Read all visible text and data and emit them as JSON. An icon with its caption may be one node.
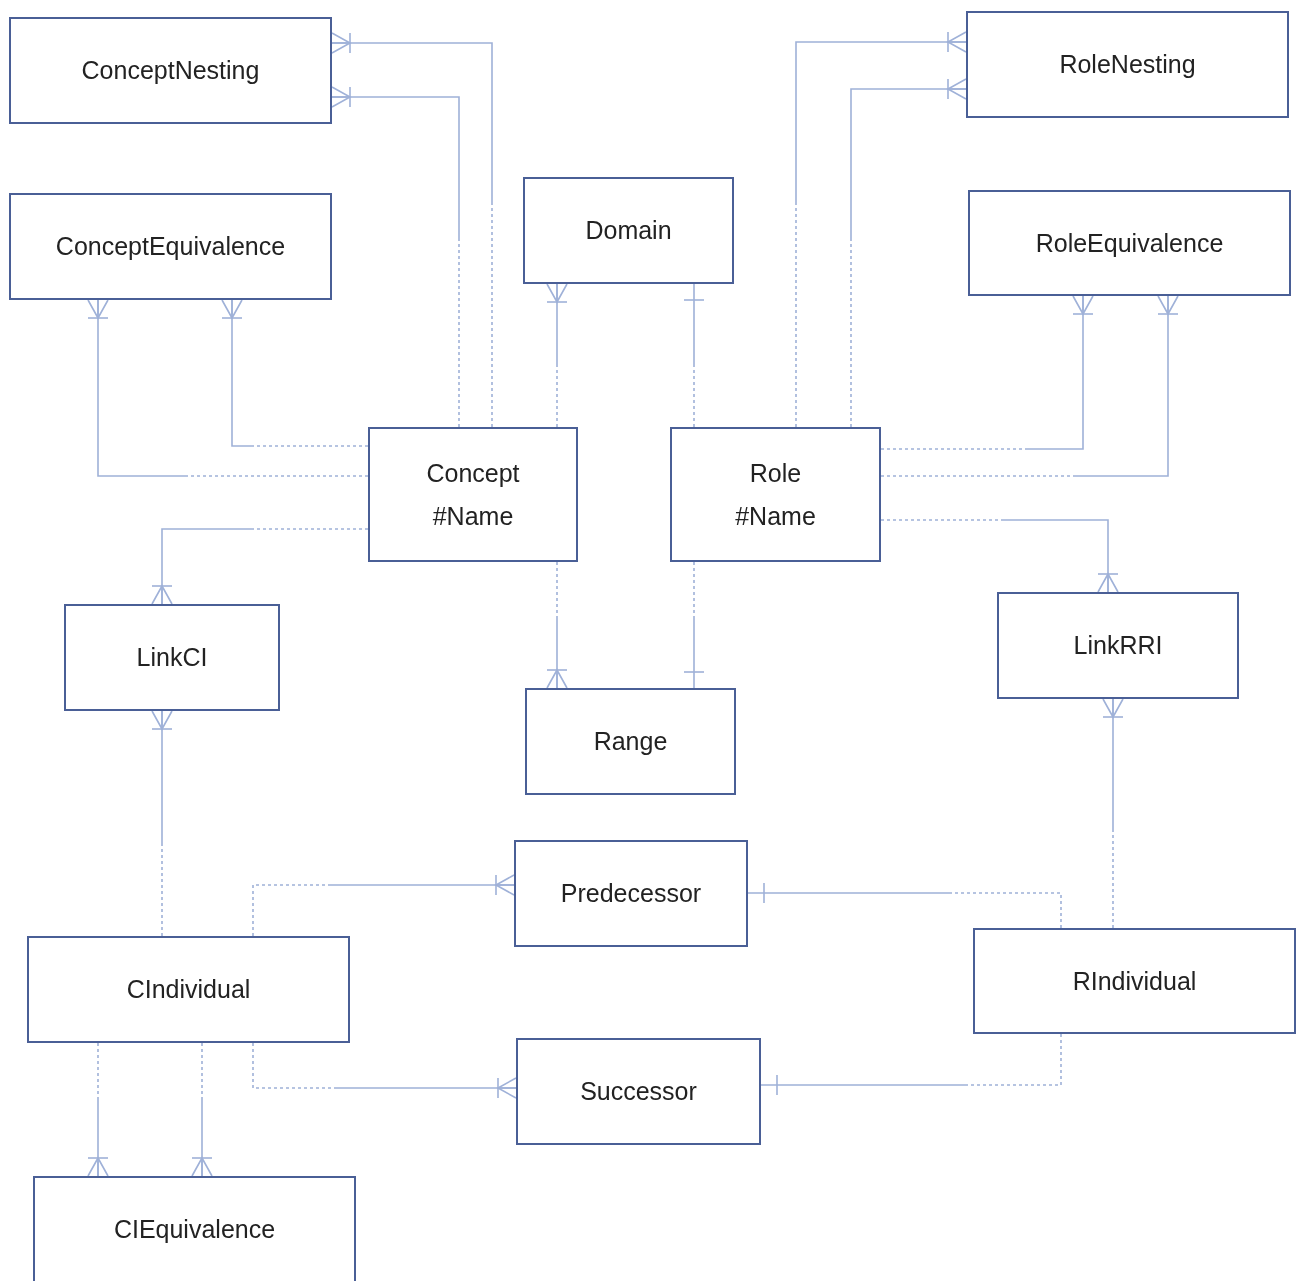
{
  "diagram": {
    "nodes": [
      {
        "text": [
          "ConceptNesting"
        ]
      },
      {
        "text": [
          "ConceptEquivalence"
        ]
      },
      {
        "text": [
          "Domain"
        ]
      },
      {
        "text": [
          "RoleNesting"
        ]
      },
      {
        "text": [
          "RoleEquivalence"
        ]
      },
      {
        "text": [
          "Concept",
          "#Name"
        ]
      },
      {
        "text": [
          "Role",
          "#Name"
        ]
      },
      {
        "text": [
          "LinkCI"
        ]
      },
      {
        "text": [
          "LinkRRI"
        ]
      },
      {
        "text": [
          "Range"
        ]
      },
      {
        "text": [
          "Predecessor"
        ]
      },
      {
        "text": [
          "CIndividual"
        ]
      },
      {
        "text": [
          "RIndividual"
        ]
      },
      {
        "text": [
          "Successor"
        ]
      },
      {
        "text": [
          "CIEquivalence"
        ]
      }
    ],
    "edges": [
      {
        "from": 5,
        "to": 0,
        "arrow": "other"
      },
      {
        "from": 5,
        "to": 0,
        "arrow": "other"
      },
      {
        "from": 5,
        "to": 1,
        "arrow": "other"
      },
      {
        "from": 5,
        "to": 1,
        "arrow": "other"
      },
      {
        "from": 5,
        "to": 2,
        "arrow": "other"
      },
      {
        "from": 5,
        "to": 7,
        "arrow": "other"
      },
      {
        "from": 5,
        "to": 9,
        "arrow": "other"
      },
      {
        "from": 6,
        "to": 2,
        "arrow": "other"
      },
      {
        "from": 6,
        "to": 3,
        "arrow": "other"
      },
      {
        "from": 6,
        "to": 3,
        "arrow": "other"
      },
      {
        "from": 6,
        "to": 4,
        "arrow": "other"
      },
      {
        "from": 6,
        "to": 4,
        "arrow": "other"
      },
      {
        "from": 6,
        "to": 8,
        "arrow": "other"
      },
      {
        "from": 6,
        "to": 9,
        "arrow": "other"
      },
      {
        "from": 11,
        "to": 7,
        "arrow": "other"
      },
      {
        "from": 12,
        "to": 8,
        "arrow": "other"
      },
      {
        "from": 11,
        "to": 10,
        "arrow": "other"
      },
      {
        "from": 12,
        "to": 10,
        "arrow": "other"
      },
      {
        "from": 11,
        "to": 13,
        "arrow": "other"
      },
      {
        "from": 12,
        "to": 13,
        "arrow": "other"
      },
      {
        "from": 11,
        "to": 14,
        "arrow": "other"
      },
      {
        "from": 11,
        "to": 14,
        "arrow": "other"
      }
    ]
  }
}
